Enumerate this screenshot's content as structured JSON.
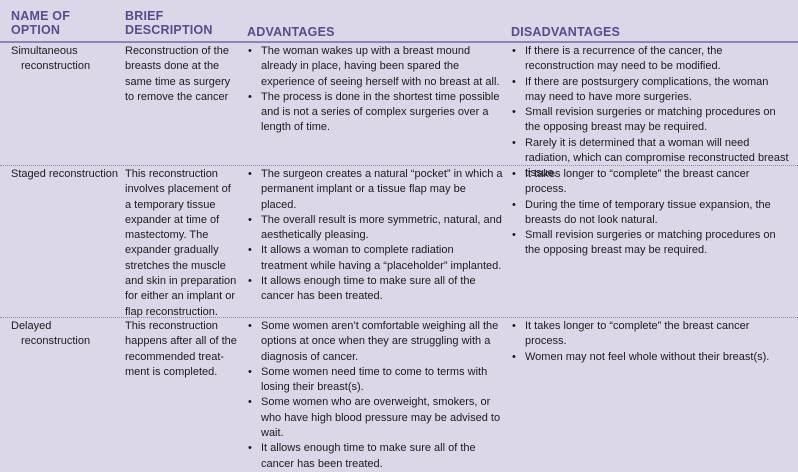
{
  "headers": {
    "option_line1": "NAME OF",
    "option_line2": "OPTION",
    "desc_line1": "BRIEF",
    "desc_line2": "DESCRIPTION",
    "advantages": "ADVANTAGES",
    "disadvantages": "DISADVANTAGES"
  },
  "bullet": "•",
  "rows": [
    {
      "name": "Simultaneous reconstruction",
      "description": "Reconstruction of the breasts done at the same time as surgery to remove the cancer",
      "advantages": [
        "The woman wakes up with a breast mound already in place, having been spared the experience of seeing herself with no breast at all.",
        "The process is done in the shortest time possible and is not a series of complex surgeries over a length of time."
      ],
      "disadvantages": [
        "If there is a recurrence of the cancer, the reconstruction may need to be modified.",
        "If there are postsurgery complications, the woman may need to have more surgeries.",
        "Small revision surgeries or matching procedures on the opposing breast may be required.",
        "Rarely it is determined that a woman will need radiation, which can compromise reconstructed breast tissue."
      ]
    },
    {
      "name": "Staged reconstruction",
      "description": "This reconstruction involves placement of a temporary tissue expander at time of mastectomy. The expander gradually stretches the muscle and skin in preparation for either an implant or flap reconstruction.",
      "advantages": [
        "The surgeon creates a natural “pocket” in which a permanent implant or a tissue flap may be placed.",
        "The overall result is more symmetric, natural, and aesthetically pleasing.",
        "It allows a woman to complete radiation treatment while having a “placeholder” implanted.",
        "It allows enough time to make sure all of the cancer has been treated."
      ],
      "disadvantages": [
        "It takes longer to “complete” the breast cancer process.",
        "During the time of temporary tissue expansion, the breasts do not look natural.",
        "Small revision surgeries or matching procedures on the opposing breast may be required."
      ]
    },
    {
      "name": "Delayed reconstruction",
      "description": "This reconstruction hap­pens after all of the recommended treat­ment is completed.",
      "advantages": [
        "Some women aren’t comfortable weighing all the options at once when they are struggling with a diagnosis of cancer.",
        "Some women need time to come to terms with losing their breast(s).",
        "Some women who are overweight, smokers, or who have high blood pressure may be advised to wait.",
        "It allows enough time to make sure all of the cancer has been treated."
      ],
      "disadvantages": [
        "It takes longer to “complete” the breast cancer process.",
        "Women may not feel whole without their breast(s)."
      ]
    }
  ]
}
